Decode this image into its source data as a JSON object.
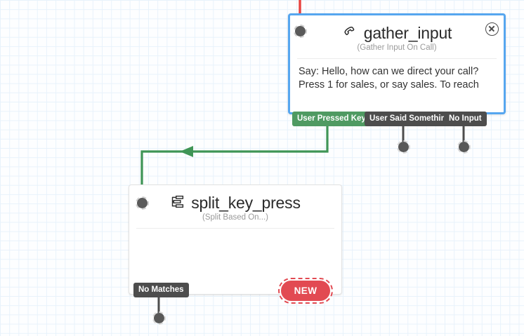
{
  "canvas": {
    "grid_color": "#e8f2fb",
    "background": "#fdfeff"
  },
  "colors": {
    "selection_blue": "#56a6ef",
    "active_green": "#4f9a62",
    "exit_gray": "#4d4d4d",
    "new_red": "#e24a52",
    "incoming_red": "#e8433f",
    "wire_green": "#3f9556",
    "wire_gray": "#4d4d4d"
  },
  "nodes": [
    {
      "id": "gather_input",
      "title": "gather_input",
      "subtitle": "(Gather Input On Call)",
      "icon": "phone-handset-icon",
      "selected": true,
      "body_text": "Say: Hello, how can we direct your call? Press 1 for sales, or say sales. To reach",
      "exits": [
        {
          "label": "User Pressed Keys",
          "state": "active"
        },
        {
          "label": "User Said Something",
          "state": "default"
        },
        {
          "label": "No Input",
          "state": "default"
        }
      ],
      "close_label": "close-icon"
    },
    {
      "id": "split_key_press",
      "title": "split_key_press",
      "subtitle": "(Split Based On...)",
      "icon": "split-branch-icon",
      "selected": false,
      "body_text": "",
      "exits": [
        {
          "label": "No Matches",
          "state": "default"
        }
      ],
      "new_button_label": "NEW"
    }
  ]
}
